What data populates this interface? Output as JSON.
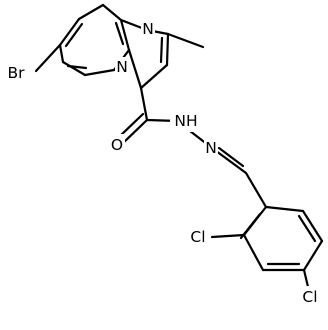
{
  "molecule": {
    "atoms": {
      "br": "Br",
      "n_ring_top": "N",
      "n_ring_bridge": "N",
      "o_carbonyl": "O",
      "nh": "NH",
      "n_imine": "N",
      "cl_ortho": "Cl",
      "cl_para": "Cl"
    }
  }
}
